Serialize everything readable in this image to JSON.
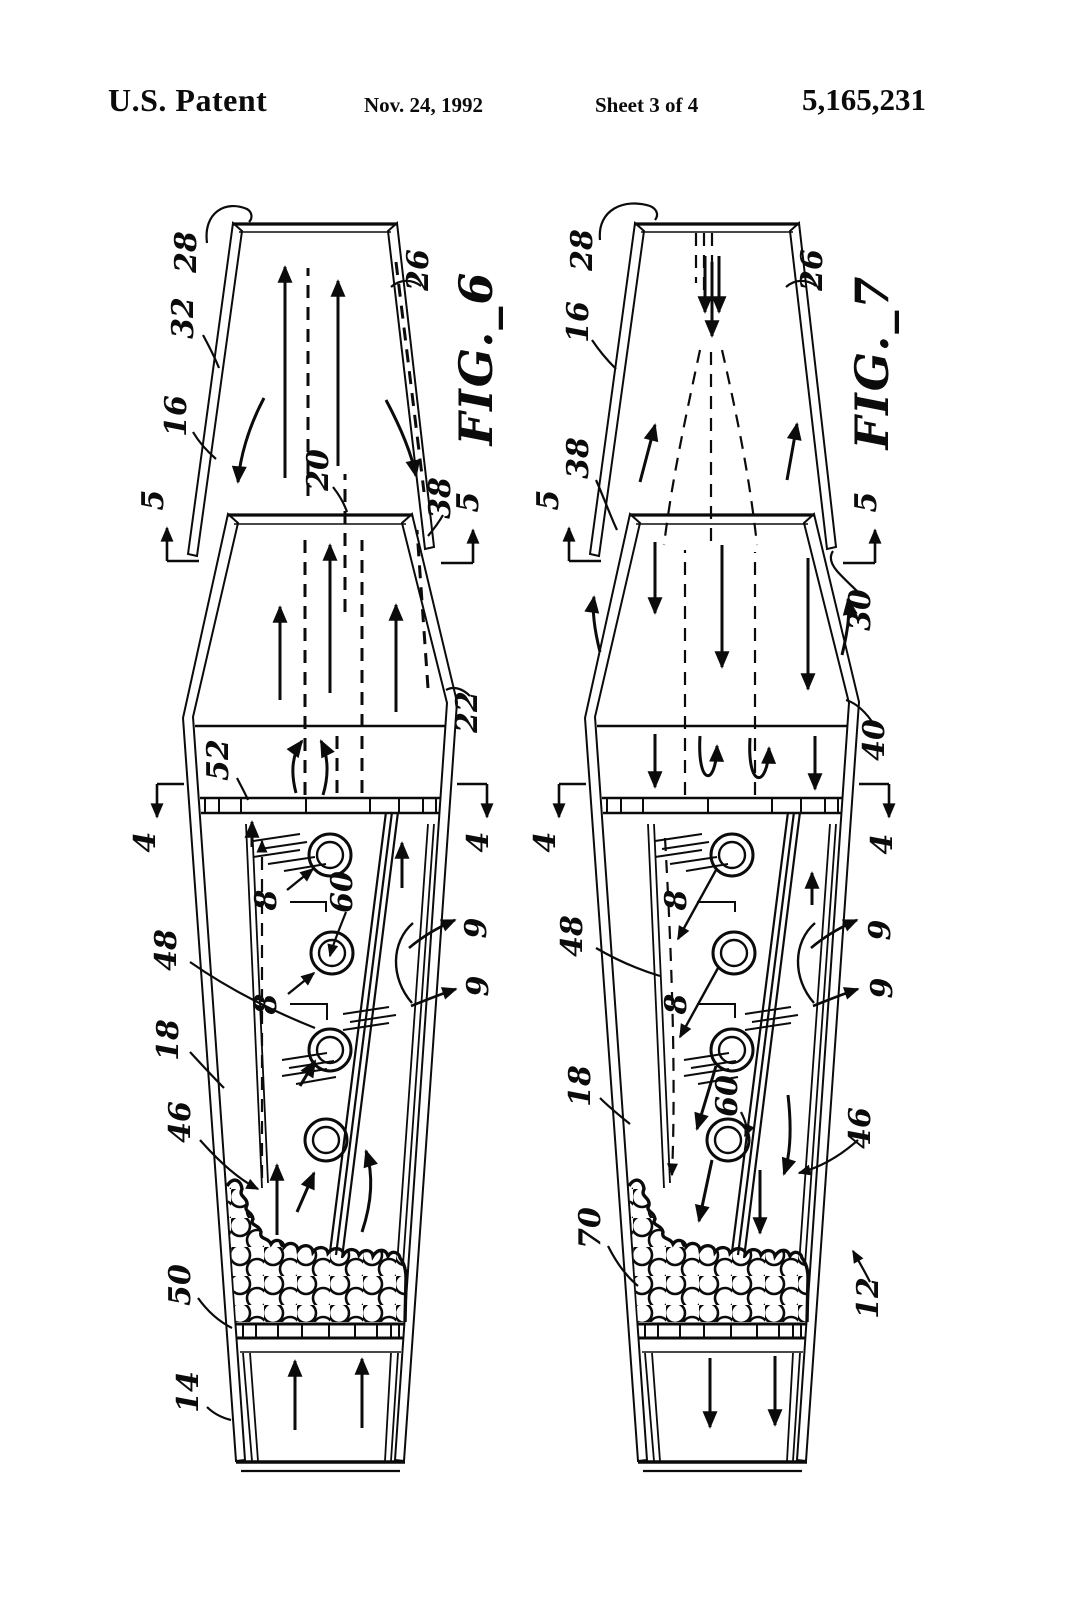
{
  "header": {
    "title": "U.S. Patent",
    "date": "Nov. 24, 1992",
    "sheet": "Sheet 3 of 4",
    "patent_number": "5,165,231"
  },
  "fig6": {
    "caption": "FIG._6",
    "labels": {
      "n28": "28",
      "n32": "32",
      "n16": "16",
      "n20": "20",
      "n26": "26",
      "n38": "38",
      "n22": "22",
      "n52": "52",
      "n48": "48",
      "n18": "18",
      "n46": "46",
      "n50": "50",
      "n14": "14",
      "n8a": "8",
      "n8b": "8",
      "n60": "60",
      "n9a": "9",
      "n9b": "9",
      "s5l": "5",
      "s5r": "5",
      "s4l": "4",
      "s4r": "4"
    }
  },
  "fig7": {
    "caption": "FIG._7",
    "labels": {
      "n28": "28",
      "n16": "16",
      "n38": "38",
      "n26": "26",
      "n30": "30",
      "n40": "40",
      "n48": "48",
      "n18": "18",
      "n46": "46",
      "n70": "70",
      "n12": "12",
      "n8a": "8",
      "n8b": "8",
      "n60": "60",
      "n9a": "9",
      "n9b": "9",
      "s5l": "5",
      "s5r": "5",
      "s4l": "4",
      "s4r": "4"
    }
  }
}
